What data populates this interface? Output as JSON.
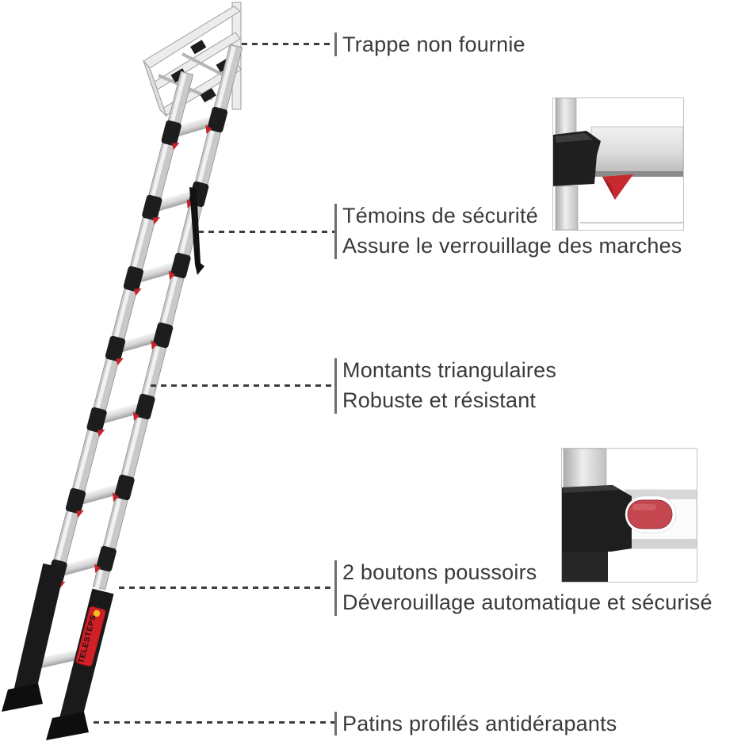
{
  "figure": {
    "kind": "annotated product diagram",
    "subject": "telescopic loft ladder"
  },
  "sticker": {
    "text": "TELESTEPS"
  },
  "colors": {
    "accent_red": "#c8232b",
    "button_red": "#c4464e",
    "label_text": "#3a3a3a",
    "connector_dash": "#3d3d3d",
    "metal_light": "#efefef",
    "metal_mid": "#c9c9c9",
    "plastic_black": "#1d1d1d",
    "sticker_yellow": "#f2c01c",
    "inset_border": "#c4c4c4",
    "background": "#ffffff"
  },
  "callouts": [
    {
      "id": "hatch",
      "lines": [
        "Trappe non fournie"
      ]
    },
    {
      "id": "safety-indicators",
      "lines": [
        "Témoins de sécurité",
        "Assure le verrouillage des marches"
      ]
    },
    {
      "id": "uprights",
      "lines": [
        "Montants triangulaires",
        "Robuste et résistant"
      ]
    },
    {
      "id": "push-buttons",
      "lines": [
        "2 boutons poussoirs",
        "Déverouillage automatique et sécurisé"
      ]
    },
    {
      "id": "feet",
      "lines": [
        "Patins profilés antidérapants"
      ]
    }
  ]
}
